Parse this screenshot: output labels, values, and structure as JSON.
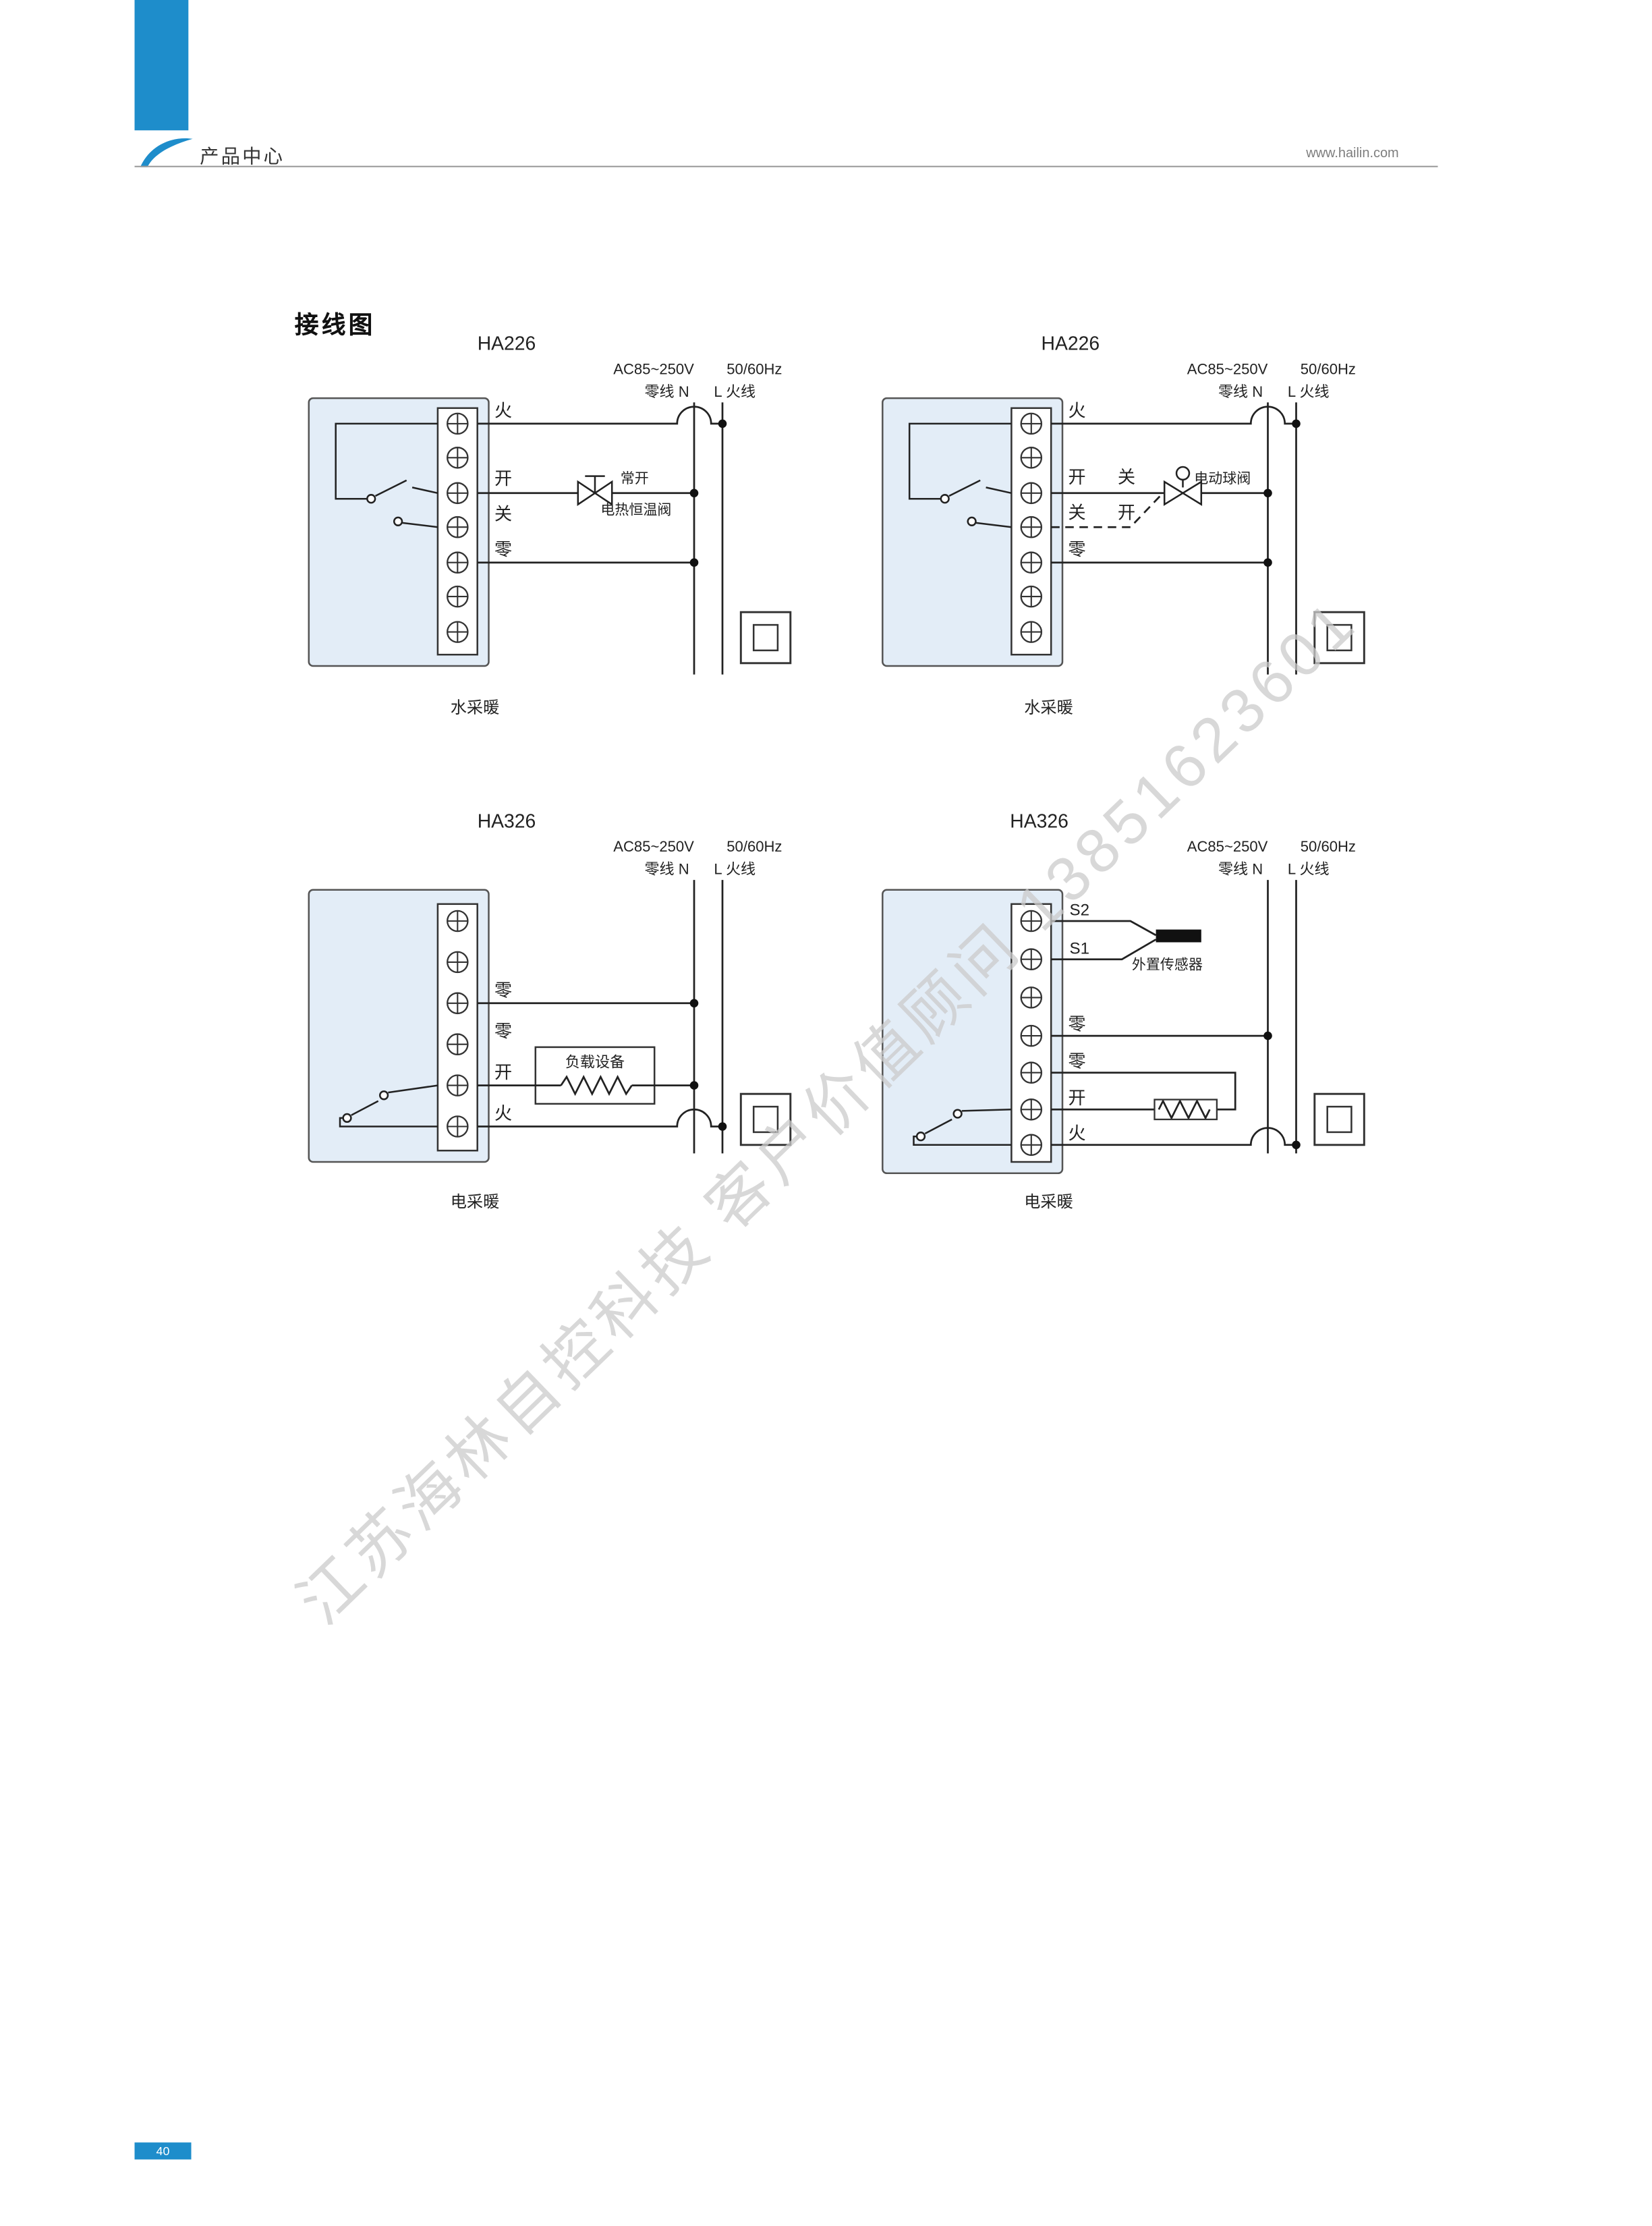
{
  "header": {
    "section_title": "产品中心",
    "website": "www.hailin.com"
  },
  "page": {
    "heading": "接线图",
    "page_number": "40"
  },
  "watermark": {
    "text": "江苏海林自控科技 客户价值顾问 13851623601"
  },
  "power": {
    "ac": "AC85~250V",
    "hz": "50/60Hz",
    "neutral": "零线 N",
    "live": "L 火线"
  },
  "diagrams": {
    "d1": {
      "model": "HA226",
      "caption": "水采暖",
      "valve_state": "常开",
      "valve_name": "电热恒温阀",
      "labels": {
        "fire": "火",
        "open": "开",
        "close": "关",
        "zero": "零"
      }
    },
    "d2": {
      "model": "HA226",
      "caption": "水采暖",
      "valve_name": "电动球阀",
      "labels": {
        "fire": "火",
        "open_a": "开",
        "close_a": "关",
        "close_b": "关",
        "open_b": "开",
        "zero": "零"
      }
    },
    "d3": {
      "model": "HA326",
      "caption": "电采暖",
      "load_name": "负载设备",
      "labels": {
        "zero1": "零",
        "zero2": "零",
        "open": "开",
        "fire": "火"
      }
    },
    "d4": {
      "model": "HA326",
      "caption": "电采暖",
      "sensor_name": "外置传感器",
      "labels": {
        "s2": "S2",
        "s1": "S1",
        "zero1": "零",
        "zero2": "零",
        "open": "开",
        "fire": "火"
      }
    }
  }
}
